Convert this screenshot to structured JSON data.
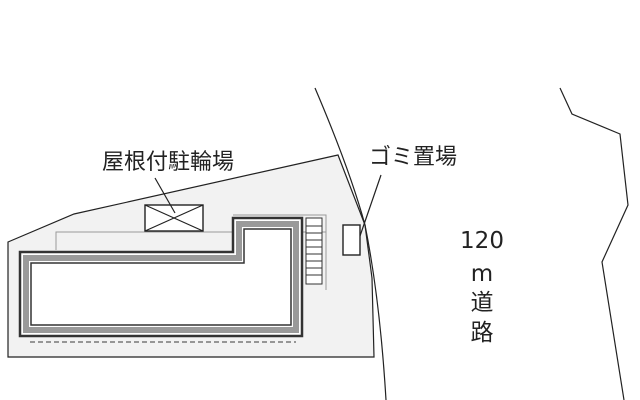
{
  "labels": {
    "bicycle_parking": "屋根付駐輪場",
    "garbage_area": "ゴミ置場",
    "road_width": "120",
    "road_unit": "m",
    "road_word_1": "道",
    "road_word_2": "路"
  },
  "colors": {
    "lot_fill": "#f2f2f2",
    "building_outline": "#333333",
    "building_inner": "#999999",
    "line": "#222222",
    "text": "#222222"
  }
}
